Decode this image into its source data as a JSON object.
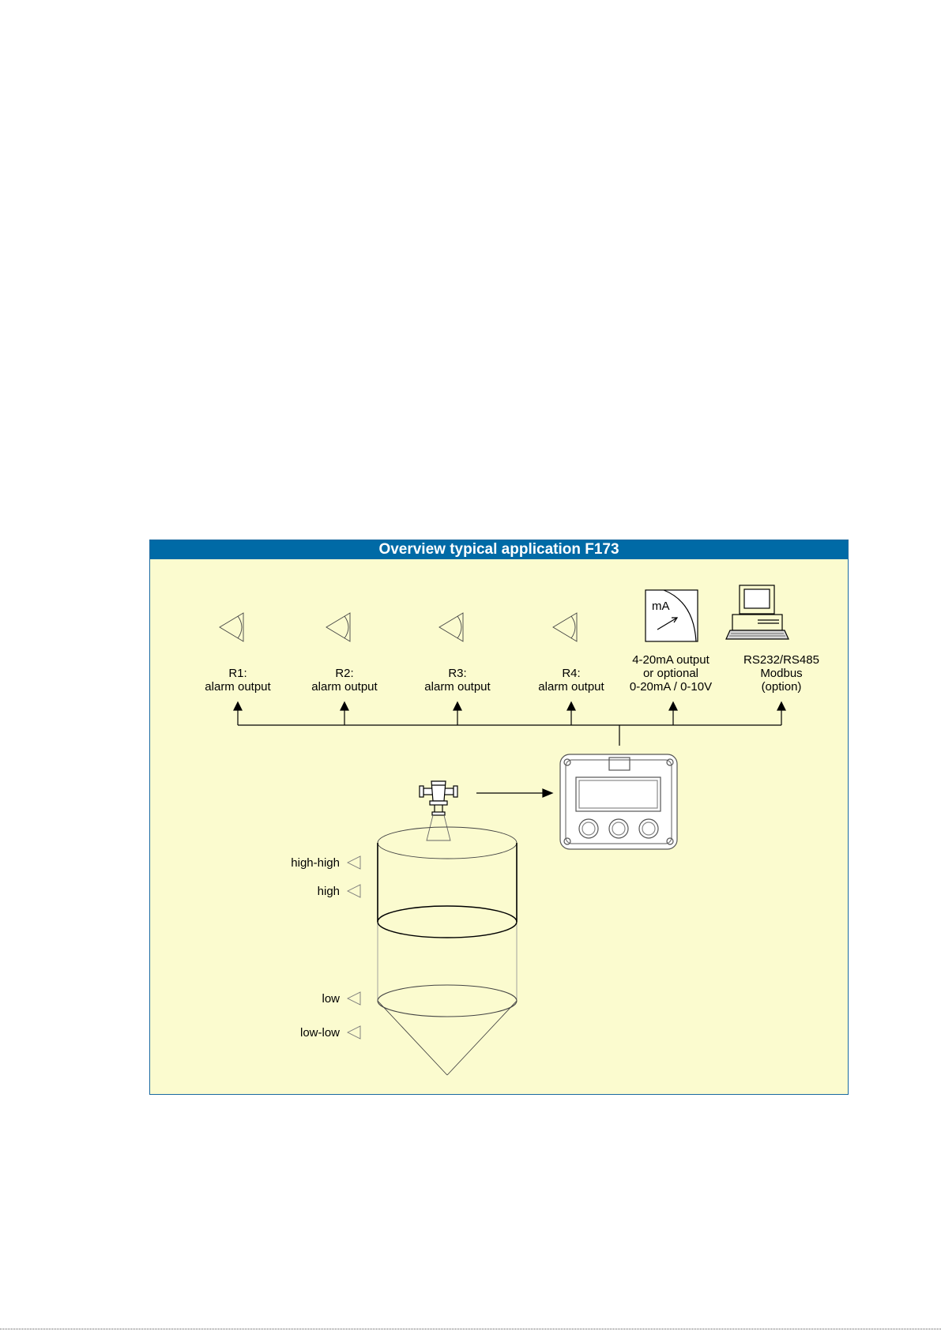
{
  "panel": {
    "title": "Overview typical application F173",
    "colors": {
      "header": "#006aa6",
      "background": "#fbfbcf",
      "border": "#1a6aa0"
    }
  },
  "outputs": [
    {
      "line1": "R1:",
      "line2": "alarm output",
      "icon": "horn-icon"
    },
    {
      "line1": "R2:",
      "line2": "alarm output",
      "icon": "horn-icon"
    },
    {
      "line1": "R3:",
      "line2": "alarm output",
      "icon": "horn-icon"
    },
    {
      "line1": "R4:",
      "line2": "alarm output",
      "icon": "horn-icon"
    },
    {
      "line1": "4-20mA output",
      "line2": "or optional",
      "line3": "0-20mA / 0-10V",
      "icon": "ma-meter-icon",
      "meter_label": "mA"
    },
    {
      "line1": "RS232/RS485",
      "line2": "Modbus",
      "line3": "(option)",
      "icon": "computer-icon"
    }
  ],
  "levels": [
    "high-high",
    "high",
    "low",
    "low-low"
  ]
}
